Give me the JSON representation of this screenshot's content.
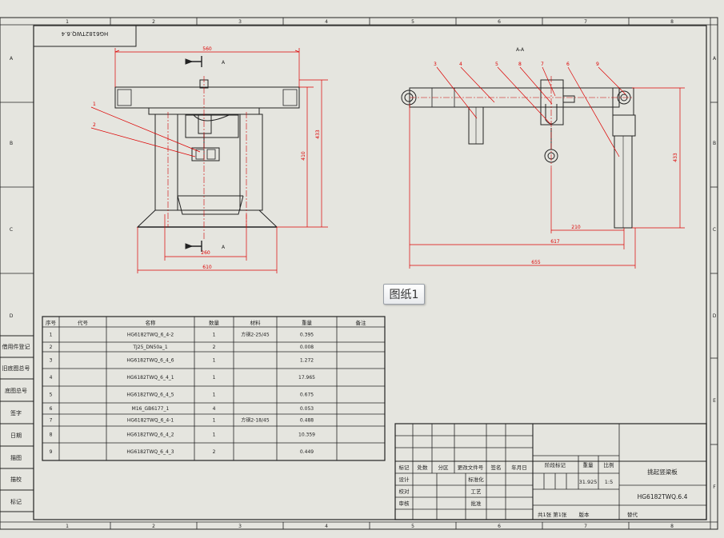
{
  "sheet_tab": {
    "label": "图纸1"
  },
  "zone_letters": {
    "left": [
      "A",
      "B",
      "C",
      "D"
    ],
    "right": [
      "A",
      "B",
      "C",
      "D",
      "E",
      "F"
    ]
  },
  "zone_numbers": [
    "1",
    "2",
    "3",
    "4",
    "5",
    "6",
    "7",
    "8"
  ],
  "drawing_code_top": "HG6182TWQ.6.4",
  "left_view": {
    "dimensions": {
      "top_width": "560",
      "height_outer": "433",
      "height_inner": "410",
      "base_inner": "260",
      "base_outer": "610"
    },
    "section_arrow_letter_top": "A",
    "section_arrow_letter_bottom": "A",
    "balloons": [
      "1",
      "2"
    ]
  },
  "right_view": {
    "section_label": "A-A",
    "dimensions": {
      "height": "433",
      "d1": "210",
      "d2": "617",
      "d3": "655"
    },
    "balloons": [
      "3",
      "4",
      "5",
      "8",
      "7",
      "6",
      "9"
    ]
  },
  "bom": {
    "headers": [
      "序号",
      "代号",
      "名称",
      "数量",
      "材料",
      "重量",
      "备注"
    ],
    "rows": [
      {
        "no": "1",
        "code": "",
        "name": "HG6182TWQ_6_4-2",
        "qty": "1",
        "mat": "方钢2-25/45",
        "weight": "0.395",
        "note": ""
      },
      {
        "no": "2",
        "code": "",
        "name": "TJ25_DN50a_1",
        "qty": "2",
        "mat": "",
        "weight": "0.008",
        "note": ""
      },
      {
        "no": "3",
        "code": "",
        "name": "HG6182TWQ_6_4_6",
        "qty": "1",
        "mat": "",
        "weight": "1.272",
        "note": ""
      },
      {
        "no": "4",
        "code": "",
        "name": "HG6182TWQ_6_4_1",
        "qty": "1",
        "mat": "",
        "weight": "17.965",
        "note": ""
      },
      {
        "no": "5",
        "code": "",
        "name": "HG6182TWQ_6_4_5",
        "qty": "1",
        "mat": "",
        "weight": "0.675",
        "note": ""
      },
      {
        "no": "6",
        "code": "",
        "name": "M16_GB6177_1",
        "qty": "4",
        "mat": "",
        "weight": "0.053",
        "note": ""
      },
      {
        "no": "7",
        "code": "",
        "name": "HG6182TWQ_6_4-1",
        "qty": "1",
        "mat": "方钢2-18/45",
        "weight": "0.488",
        "note": ""
      },
      {
        "no": "8",
        "code": "",
        "name": "HG6182TWQ_6_4_2",
        "qty": "1",
        "mat": "",
        "weight": "10.359",
        "note": ""
      },
      {
        "no": "9",
        "code": "",
        "name": "HG6182TWQ_6_4_3",
        "qty": "2",
        "mat": "",
        "weight": "0.449",
        "note": ""
      }
    ]
  },
  "left_strip_labels": [
    "借用件登记",
    "旧底图总号",
    "底图总号",
    "签字",
    "日期",
    "描图",
    "描校",
    "标记"
  ],
  "title_block": {
    "change_headers": [
      "标记",
      "处数",
      "分区",
      "更改文件号",
      "签名",
      "年月日"
    ],
    "role_labels": [
      "设计",
      "校对",
      "审核",
      "工艺",
      "标准化",
      "批准"
    ],
    "stage_label": "阶段标记",
    "weight_label": "重量",
    "scale_label": "比例",
    "weight": "31.925",
    "scale": "1:5",
    "sheet_info": "共1张 第1张",
    "version": "版本",
    "replace_label": "替代",
    "part_name": "挑起竖梁板",
    "drawing_code": "HG6182TWQ.6.4"
  }
}
